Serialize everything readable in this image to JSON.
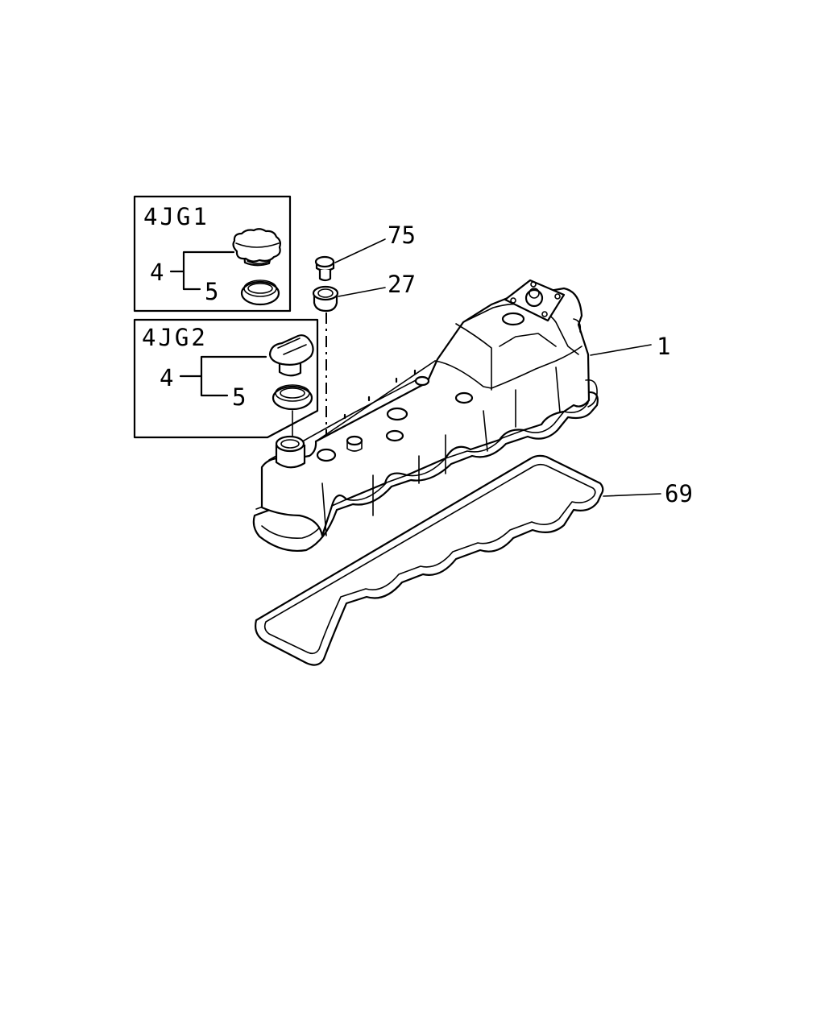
{
  "variants": [
    {
      "title": "4JG1",
      "part_labels": [
        "4",
        "5"
      ]
    },
    {
      "title": "4JG2",
      "part_labels": [
        "4",
        "5"
      ]
    }
  ],
  "callouts": {
    "bolt": "75",
    "grommet": "27",
    "cover": "1",
    "gasket": "69"
  }
}
